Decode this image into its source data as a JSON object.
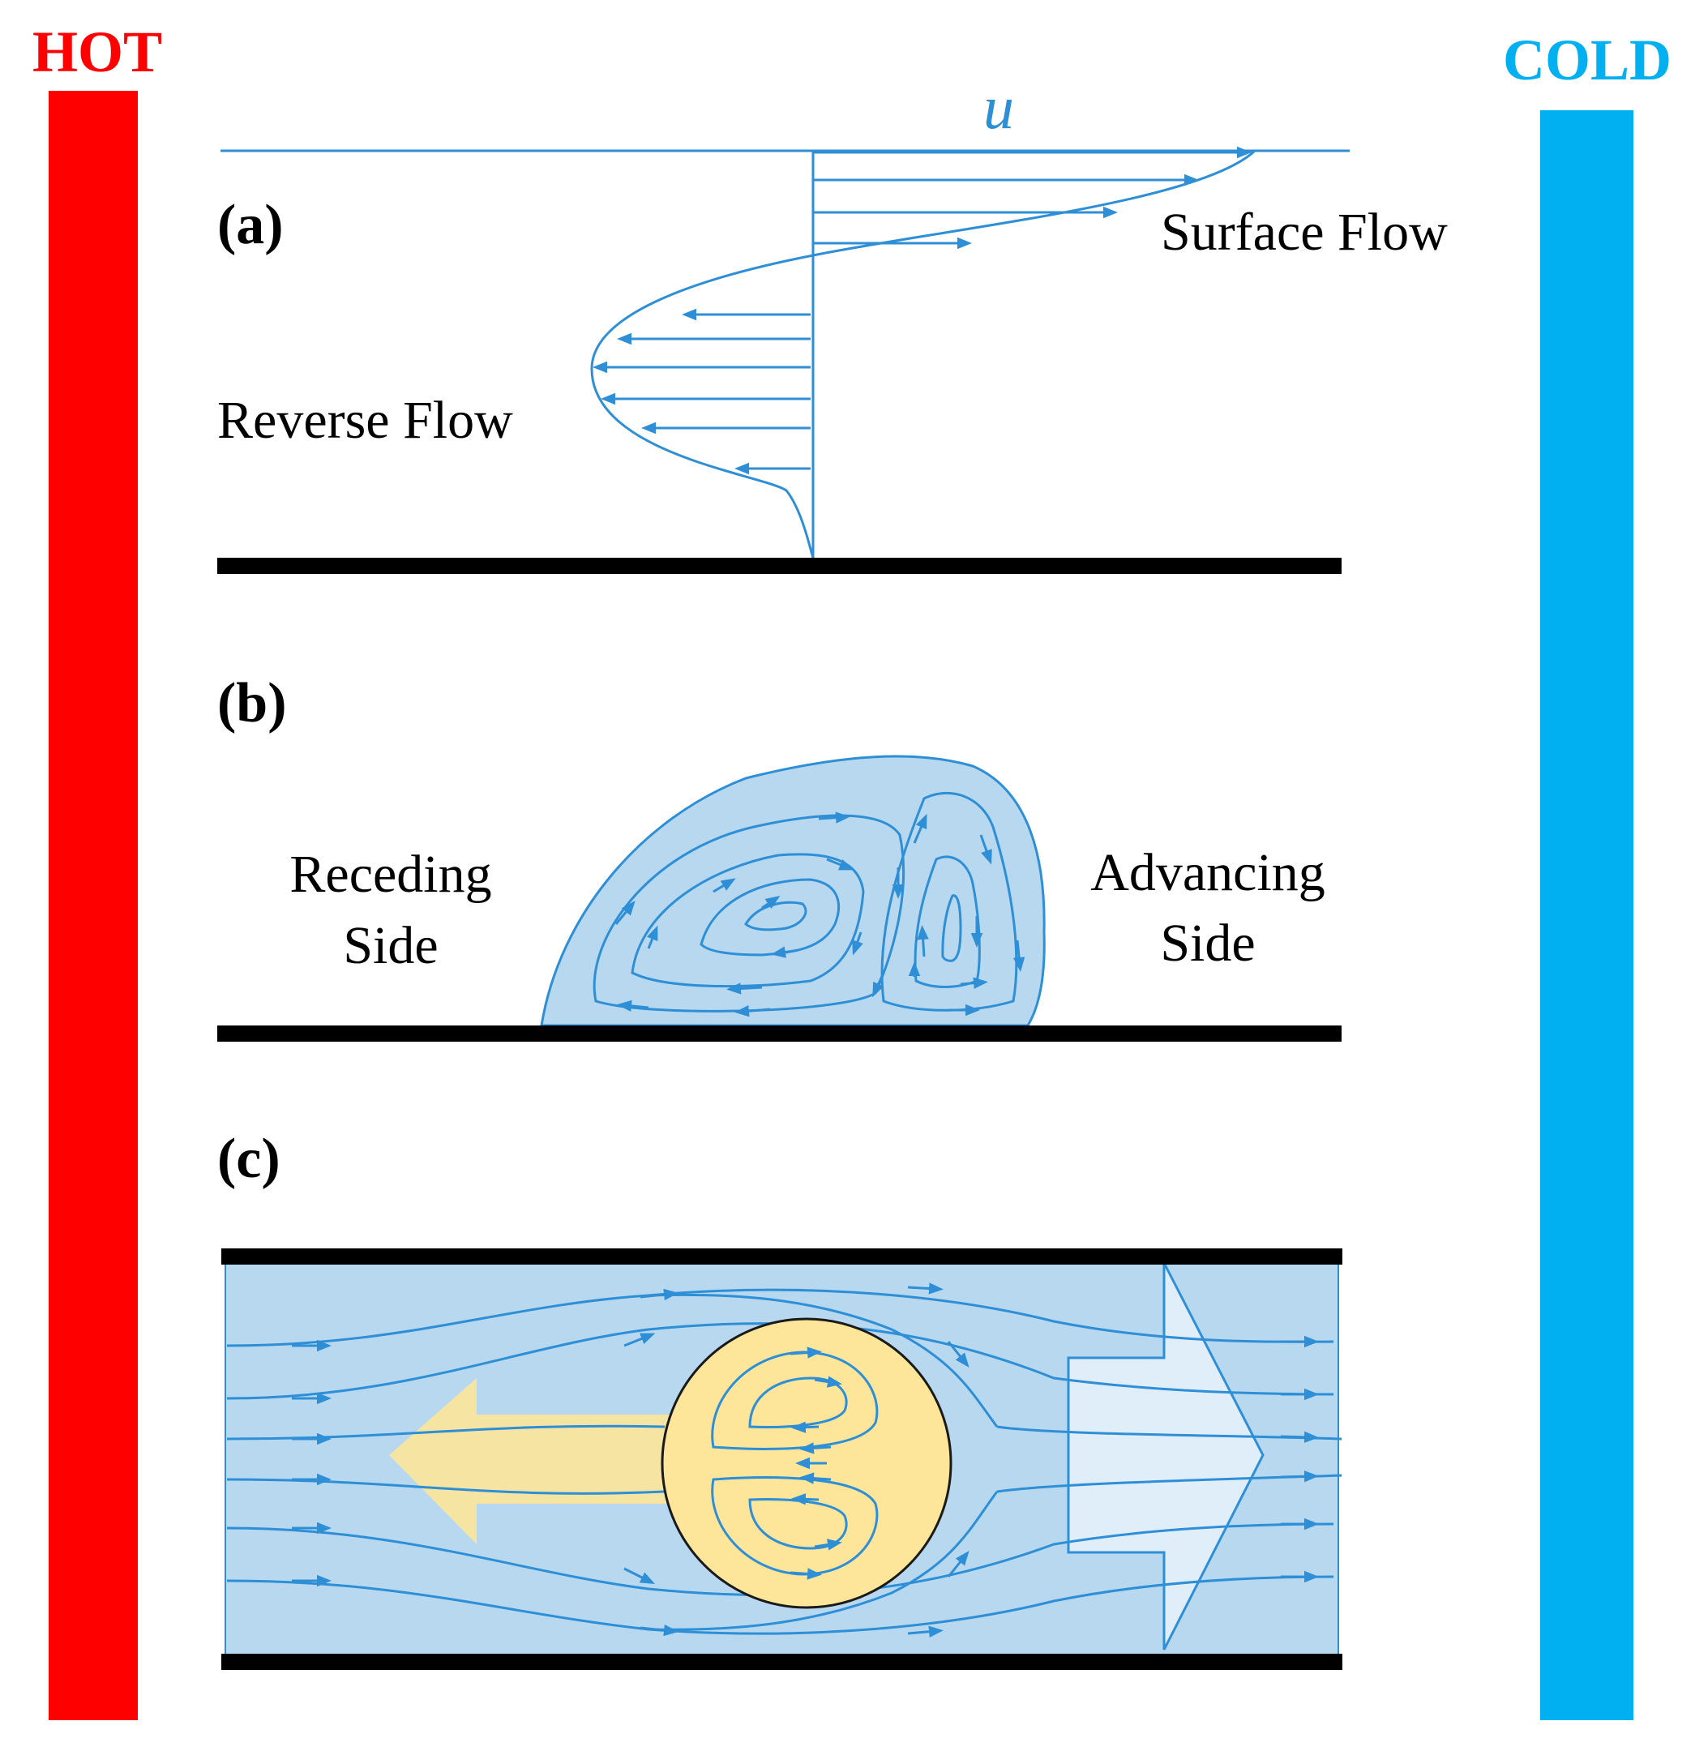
{
  "labels": {
    "hot": "HOT",
    "cold": "COLD",
    "u": "u",
    "panel_a": "(a)",
    "panel_b": "(b)",
    "panel_c": "(c)",
    "surface_flow": "Surface Flow",
    "reverse_flow": "Reverse Flow",
    "receding_1": "Receding",
    "receding_2": "Side",
    "advancing_1": "Advancing",
    "advancing_2": "Side"
  },
  "colors": {
    "hot": "#ff0000",
    "cold": "#00b0f0",
    "flow_line": "#2e8fd6",
    "fluid_fill": "#b7d8ef",
    "droplet_fill": "#fde69a",
    "wall": "#000000"
  }
}
